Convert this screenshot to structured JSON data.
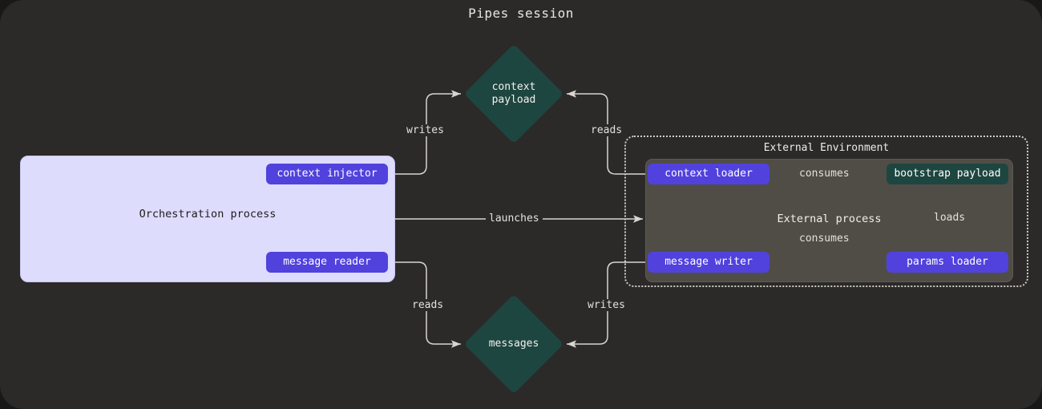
{
  "title": "Pipes session",
  "colors": {
    "canvas": "#2b2a29",
    "page": "#181818",
    "pill_purple": "#5142dd",
    "node_green": "#1e4640",
    "orchestration_bg": "#dedcfc",
    "external_process_bg": "#504d47",
    "edge": "#d8d5d0",
    "text_light": "#e8e6e3"
  },
  "orchestration": {
    "label": "Orchestration process",
    "nodes": [
      {
        "id": "context-injector",
        "label": "context injector",
        "kind": "pill-purple"
      },
      {
        "id": "message-reader",
        "label": "message reader",
        "kind": "pill-purple"
      }
    ]
  },
  "external_environment": {
    "label": "External Environment",
    "process": {
      "label": "External process",
      "nodes": [
        {
          "id": "context-loader",
          "label": "context loader",
          "kind": "pill-purple"
        },
        {
          "id": "message-writer",
          "label": "message writer",
          "kind": "pill-purple"
        },
        {
          "id": "params-loader",
          "label": "params loader",
          "kind": "pill-purple"
        },
        {
          "id": "bootstrap-payload",
          "label": "bootstrap payload",
          "kind": "node-green"
        }
      ]
    }
  },
  "stores": [
    {
      "id": "context-payload",
      "label_line1": "context",
      "label_line2": "payload",
      "shape": "diamond"
    },
    {
      "id": "messages",
      "label_line1": "messages",
      "label_line2": "",
      "shape": "diamond"
    }
  ],
  "edges": {
    "writes_top": "writes",
    "reads_top": "reads",
    "reads_bottom": "reads",
    "writes_bottom": "writes",
    "launches": "launches",
    "consumes_context": "consumes",
    "consumes_message": "consumes",
    "loads": "loads"
  }
}
